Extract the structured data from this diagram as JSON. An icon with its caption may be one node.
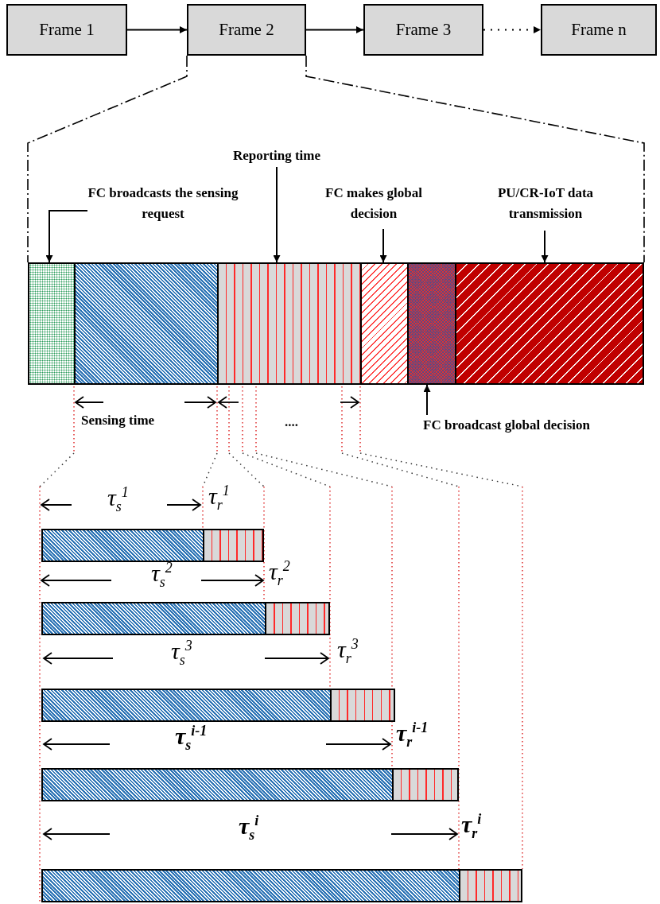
{
  "diagram": {
    "nodes": [
      {
        "text": [
          "Frame 1"
        ]
      },
      {
        "text": [
          "Frame 2"
        ]
      },
      {
        "text": [
          "Frame 3"
        ]
      },
      {
        "text": [
          "Frame n"
        ]
      },
      {
        "text": [
          "Reporting time"
        ]
      },
      {
        "text": [
          "FC broadcasts the sensing request"
        ]
      },
      {
        "text": [
          "FC makes global decision"
        ]
      },
      {
        "text": [
          "PU/CR-IoT data transmission"
        ]
      },
      {
        "text": [],
        "shape": "bar"
      },
      {
        "text": [],
        "shape": "bar"
      },
      {
        "text": [],
        "shape": "bar"
      },
      {
        "text": [],
        "shape": "bar"
      },
      {
        "text": [],
        "shape": "bar"
      },
      {
        "text": [],
        "shape": "bar"
      },
      {
        "text": [
          "FC broadcast global decision"
        ]
      },
      {
        "text": [],
        "shape": "bar"
      },
      {
        "text": [],
        "shape": "bar"
      },
      {
        "text": [],
        "shape": "bar"
      },
      {
        "text": [],
        "shape": "bar"
      },
      {
        "text": [],
        "shape": "bar"
      },
      {
        "text": [],
        "shape": "bar"
      },
      {
        "text": [],
        "shape": "bar"
      },
      {
        "text": [],
        "shape": "bar"
      },
      {
        "text": [],
        "shape": "bar"
      },
      {
        "text": [],
        "shape": "bar"
      }
    ],
    "edges": [
      {
        "from": 0,
        "to": 1,
        "arrow": "to"
      },
      {
        "from": 1,
        "to": 2,
        "arrow": "to"
      },
      {
        "from": 2,
        "to": 3,
        "arrow": "to",
        "style": "dashed"
      },
      {
        "from": 4,
        "to": 10,
        "arrow": "to"
      },
      {
        "from": 5,
        "to": 8,
        "arrow": "to"
      },
      {
        "from": 6,
        "to": 11,
        "arrow": "to"
      },
      {
        "from": 7,
        "to": 13,
        "arrow": "to"
      },
      {
        "from": 14,
        "to": 12,
        "arrow": "to"
      }
    ],
    "labels": [
      "Sensing time",
      "....",
      "τ$_{s}$$^{1}$",
      "τ$_{r}$$^{1}$",
      "τ$_{s}$$^{2}$",
      "τ$_{r}$$^{2}$",
      "τ$_{s}$$^{3}$",
      "τ$_{r}$$^{3}$",
      "τ$_{s}$$^{i-1}$",
      "τ$_{r}$$^{i-1}$",
      "τ$_{s}$$^{i}$",
      "τ$_{r}$$^{i}$"
    ]
  }
}
